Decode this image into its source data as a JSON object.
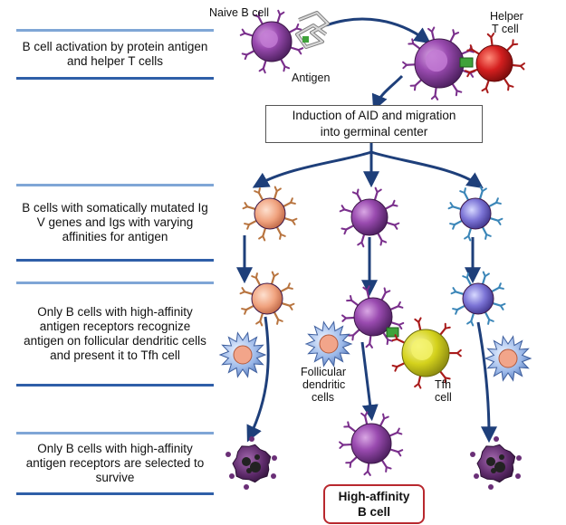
{
  "steps": [
    "B cell activation by protein antigen and helper T cells",
    "B cells with somatically mutated Ig V genes and Igs with varying affinities for antigen",
    "Only B cells with high-affinity antigen receptors recognize antigen on follicular dendritic cells and present it to Tfh cell",
    "Only B cells with high-affinity antigen receptors are selected to survive"
  ],
  "labels": {
    "naive_b_cell": "Naive B cell",
    "antigen": "Antigen",
    "helper_t_cell_line1": "Helper",
    "helper_t_cell_line2": "T cell",
    "follicular_line1": "Follicular",
    "follicular_line2": "dendritic",
    "follicular_line3": "cells",
    "tfh_line1": "Tfh",
    "tfh_line2": "cell"
  },
  "center_box": {
    "line1": "Induction of AID and migration",
    "line2": "into germinal center"
  },
  "result_box": {
    "line1": "High-affinity",
    "line2": "B cell"
  },
  "colors": {
    "b_cell_purple": "#8a3f9e",
    "helper_t_red": "#d41f1f",
    "tfh_yellow": "#d4d21c",
    "arrow_blue": "#1e3f7a",
    "step_border_top": "#7fa6d6",
    "step_border_bottom": "#2f5fa8",
    "result_border": "#b8282e"
  }
}
